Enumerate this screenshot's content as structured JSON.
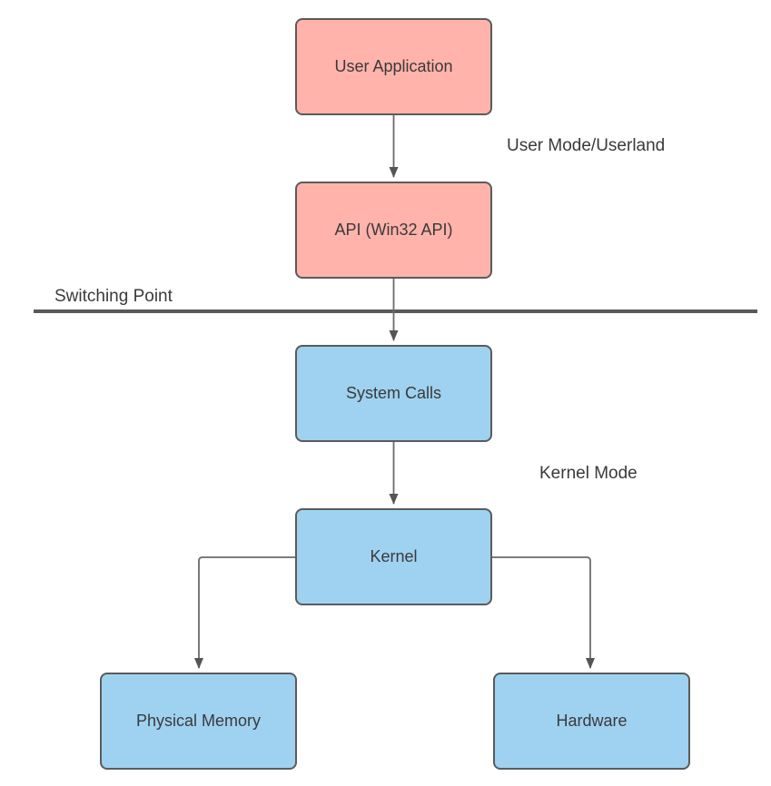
{
  "diagram": {
    "nodes": {
      "user_application": {
        "label": "User Application",
        "fill": "#FFB3AB"
      },
      "api": {
        "label": "API (Win32 API)",
        "fill": "#FFB3AB"
      },
      "system_calls": {
        "label": "System Calls",
        "fill": "#9ED2F0"
      },
      "kernel": {
        "label": "Kernel",
        "fill": "#9ED2F0"
      },
      "physical_memory": {
        "label": "Physical Memory",
        "fill": "#9ED2F0"
      },
      "hardware": {
        "label": "Hardware",
        "fill": "#9ED2F0"
      }
    },
    "annotations": {
      "user_mode": "User Mode/Userland",
      "switching_point": "Switching Point",
      "kernel_mode": "Kernel Mode"
    },
    "edges": [
      {
        "from": "user_application",
        "to": "api"
      },
      {
        "from": "api",
        "to": "system_calls"
      },
      {
        "from": "system_calls",
        "to": "kernel"
      },
      {
        "from": "kernel",
        "to": "physical_memory"
      },
      {
        "from": "kernel",
        "to": "hardware"
      }
    ],
    "colors": {
      "user_mode_fill": "#FFB3AB",
      "kernel_mode_fill": "#9ED2F0",
      "node_stroke": "#5B5B5B",
      "connector_stroke": "#6A6A6A",
      "arrowhead": "#555555",
      "divider_line": "#595959",
      "text": "#3A3A3A",
      "background": "#FFFFFF"
    }
  }
}
